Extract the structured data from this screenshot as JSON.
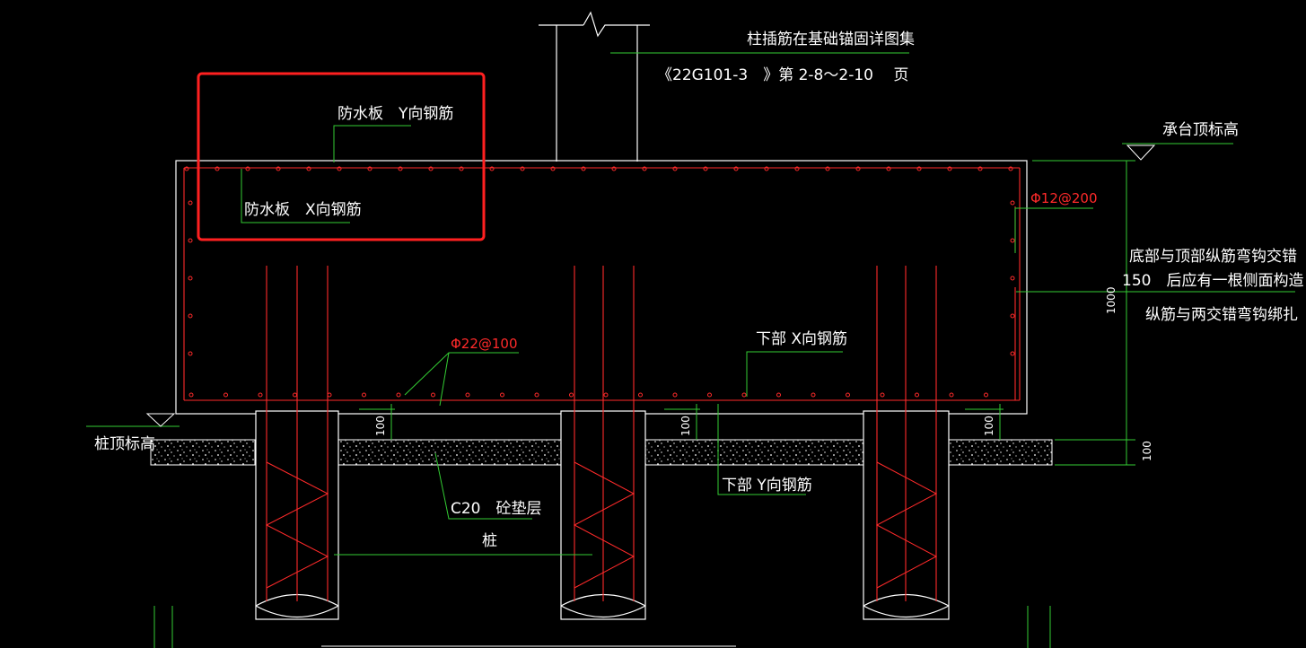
{
  "labels": {
    "column_note_line1": "柱插筋在基础锚固详图集",
    "column_note_line2": "《22G101-3　》第 2-8～2-10　 页",
    "slab_y_rebar": "防水板　Y向钢筋",
    "slab_x_rebar": "防水板　X向钢筋",
    "cap_top_elev": "承台顶标高",
    "side_rebar": "Φ12@200",
    "note_line1": "底部与顶部纵筋弯钩交错",
    "note_line2": "150　后应有一根侧面构造",
    "note_line3": "纵筋与两交错弯钩绑扎",
    "bottom_rebar_spec": "Φ22@100",
    "bottom_x_rebar": "下部 X向钢筋",
    "bottom_y_rebar": "下部 Y向钢筋",
    "pile_top_elev": "桩顶标高",
    "cushion": "C20　砼垫层",
    "pile": "桩"
  },
  "dimensions": {
    "cap_height": "1000",
    "cushion_thickness": "100",
    "embed_1": "100",
    "embed_2": "100",
    "embed_3": "100"
  },
  "colors": {
    "background": "#000000",
    "outline": "#ffffff",
    "rebar": "#ff2a2a",
    "leader": "#33cc33",
    "highlight": "#ff2020"
  }
}
